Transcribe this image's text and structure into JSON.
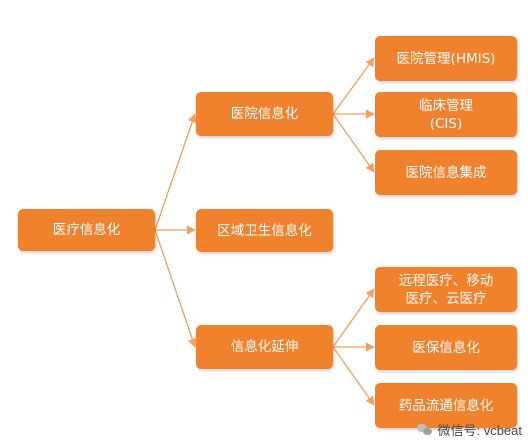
{
  "diagram": {
    "root": "医疗信息化",
    "branches": [
      {
        "label": "医院信息化",
        "children": [
          "医院管理(HMIS)",
          "临床管理\n(CIS)",
          "医院信息集成"
        ]
      },
      {
        "label": "区域卫生信息化",
        "children": []
      },
      {
        "label": "信息化延伸",
        "children": [
          "远程医疗、移动\n医疗、云医疗",
          "医保信息化",
          "药品流通信息化"
        ]
      }
    ],
    "colors": {
      "box": "#f0822d",
      "text": "#ffffff",
      "connector": "#f0a060"
    }
  },
  "watermark": {
    "text": "微信号: vcbeat",
    "icon": "wechat-icon"
  }
}
